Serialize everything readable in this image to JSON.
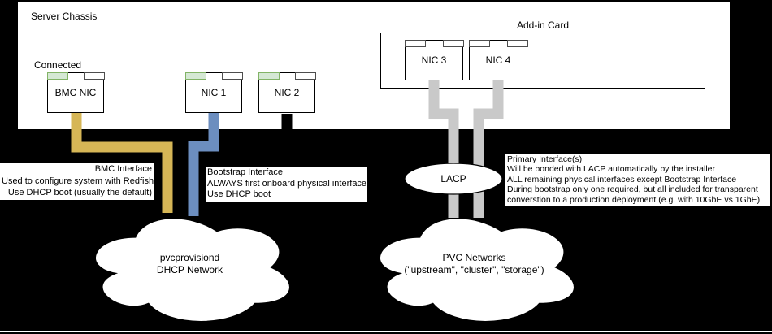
{
  "chassis": {
    "label": "Server Chassis",
    "connected_label": "Connected"
  },
  "addin_card": {
    "label": "Add-in Card"
  },
  "nics": [
    {
      "label": "BMC NIC"
    },
    {
      "label": "NIC 1"
    },
    {
      "label": "NIC 2"
    },
    {
      "label": "NIC 3"
    },
    {
      "label": "NIC 4"
    }
  ],
  "lacp": {
    "label": "LACP"
  },
  "clouds": {
    "dhcp": {
      "line1": "pvcprovisiond",
      "line2": "DHCP Network"
    },
    "pvc": {
      "line1": "PVC Networks",
      "line2": "(\"upstream\", \"cluster\", \"storage\")"
    }
  },
  "annotations": {
    "bmc": {
      "lines": [
        "BMC Interface",
        "Used to configure system with Redfish",
        "Use DHCP boot (usually the default)"
      ]
    },
    "bootstrap": {
      "lines": [
        "Bootstrap Interface",
        "ALWAYS first onboard physical interface",
        "Use DHCP boot"
      ]
    },
    "primary": {
      "lines": [
        "Primary Interface(s)",
        "Will be bonded with LACP automatically by the installer",
        "ALL remaining physical interfaces except Bootstrap Interface",
        "During bootstrap only one required, but all included for transparent",
        "converstion to a production deployment (e.g. with 10GbE vs 1GbE)"
      ]
    }
  },
  "colors": {
    "background": "#000000",
    "chassis_fill": "#FFFFFF",
    "bmc_line": "#D6B656",
    "bootstrap_line": "#6C8EBF",
    "nic2_line": "#000000",
    "primary_line": "#C9C9C9",
    "tab_green_fill": "#D5E8D4",
    "tab_green_border": "#82B366"
  }
}
